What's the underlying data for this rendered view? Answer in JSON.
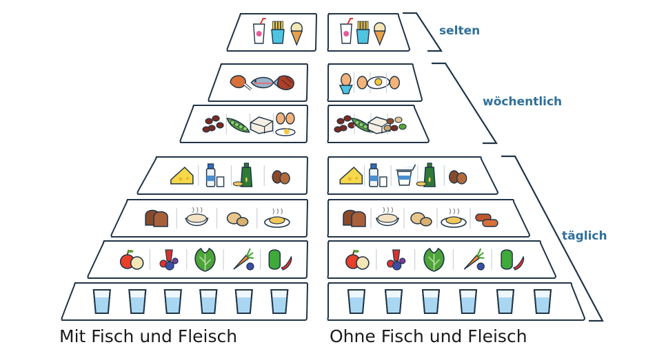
{
  "captions": {
    "left": "Mit Fisch und Fleisch",
    "right": "Ohne Fisch und Fleisch"
  },
  "frequency_labels": {
    "rarely": "selten",
    "weekly": "wöchentlich",
    "daily": "täglich"
  },
  "colors": {
    "outline": "#1f3346",
    "label_text": "#2f6f9a",
    "bracket": "#1f3346",
    "water": "#a9d7f2",
    "caption_text": "#1a1a1a"
  },
  "pyramid_left": [
    [
      "soft-drink-icon",
      "french-fries-icon",
      "ice-cream-icon"
    ],
    [
      "chicken-leg-icon",
      "fish-icon",
      "steak-icon"
    ],
    [
      "beans-icon",
      "peas-icon",
      "tofu-icon",
      "eggs-icon"
    ],
    [
      "cheese-icon",
      "milk-icon",
      "oil-bottle-icon",
      "nuts-icon"
    ],
    [
      "bread-icon",
      "rice-icon",
      "potato-icon",
      "pasta-icon"
    ],
    [
      "apple-icon",
      "berries-icon",
      "lettuce-icon",
      "carrot-icon",
      "pepper-icon"
    ],
    [
      "water-glass-icon",
      "water-glass-icon",
      "water-glass-icon",
      "water-glass-icon",
      "water-glass-icon",
      "water-glass-icon"
    ]
  ],
  "pyramid_right": [
    [
      "soft-drink-icon",
      "french-fries-icon",
      "ice-cream-icon"
    ],
    [
      "boiled-egg-icon",
      "egg-icon",
      "fried-egg-icon",
      "egg-icon"
    ],
    [
      "beans-icon",
      "peas-icon",
      "tofu-icon",
      "legume-mix-icon"
    ],
    [
      "cheese-icon",
      "milk-icon",
      "yogurt-icon",
      "oil-bottle-icon",
      "nuts-icon"
    ],
    [
      "bread-icon",
      "rice-icon",
      "potato-icon",
      "pasta-icon",
      "sausage-icon"
    ],
    [
      "apple-icon",
      "berries-icon",
      "lettuce-icon",
      "carrot-icon",
      "pepper-icon"
    ],
    [
      "water-glass-icon",
      "water-glass-icon",
      "water-glass-icon",
      "water-glass-icon",
      "water-glass-icon",
      "water-glass-icon"
    ]
  ]
}
